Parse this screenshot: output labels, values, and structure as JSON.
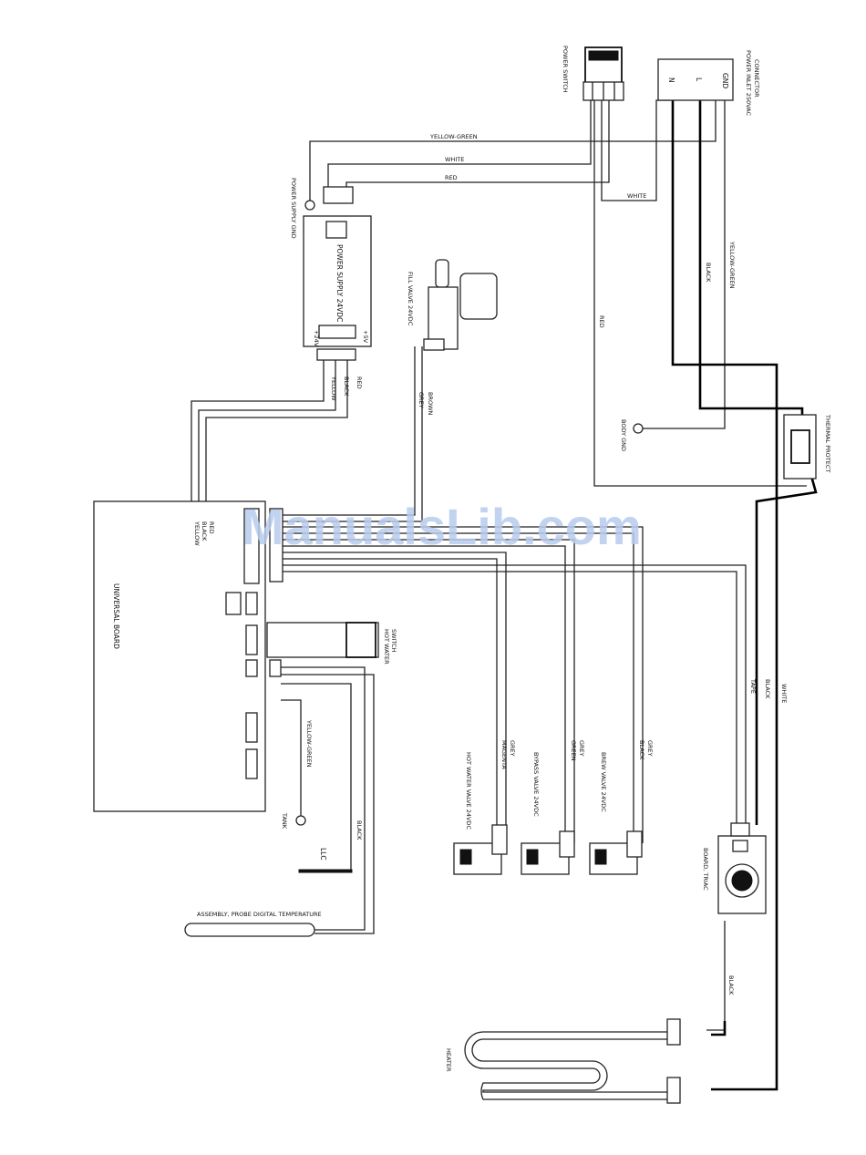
{
  "components": {
    "connector": "CONNECTOR",
    "power_inlet": "POWER INLET 250VAC",
    "inlet_gnd": "GND",
    "inlet_l": "L",
    "inlet_n": "N",
    "power_switch": "POWER SWITCH",
    "power_supply_gnd": "POWER SUPPLY GND",
    "power_supply": "POWER SUPPLY 24VDC",
    "ps_plus5v": "+5V",
    "ps_plus24v": "+24V",
    "fill_valve": "FILL VALVE 24VDC",
    "body_gnd": "BODY GND",
    "thermal_protect": "THERMAL PROTECT",
    "universal_board": "UNIVERSAL BOARD",
    "hot_water_switch_1": "SWITCH",
    "hot_water_switch_2": "HOT WATER",
    "hot_water_valve": "HOT WATER VALVE 24VDC",
    "bypass_valve": "BYPASS VALVE 24VDC",
    "brew_valve": "BREW VALVE 24VDC",
    "triac": "BOARD, TRIAC",
    "tank": "TANK",
    "llc": "LLC",
    "probe": "ASSEMBLY, PROBE DIGITAL TEMPERATURE",
    "heater": "HEATER"
  },
  "wires": {
    "yellow_green": "YELLOW-GREEN",
    "white": "WHITE",
    "red": "RED",
    "black": "BLACK",
    "yellow": "YELLOW",
    "grey": "GREY",
    "brown": "BROWN",
    "magenta": "MAGENTA",
    "green": "GREEN",
    "tape": "TAPE"
  },
  "watermark": "ManualsLib.com"
}
